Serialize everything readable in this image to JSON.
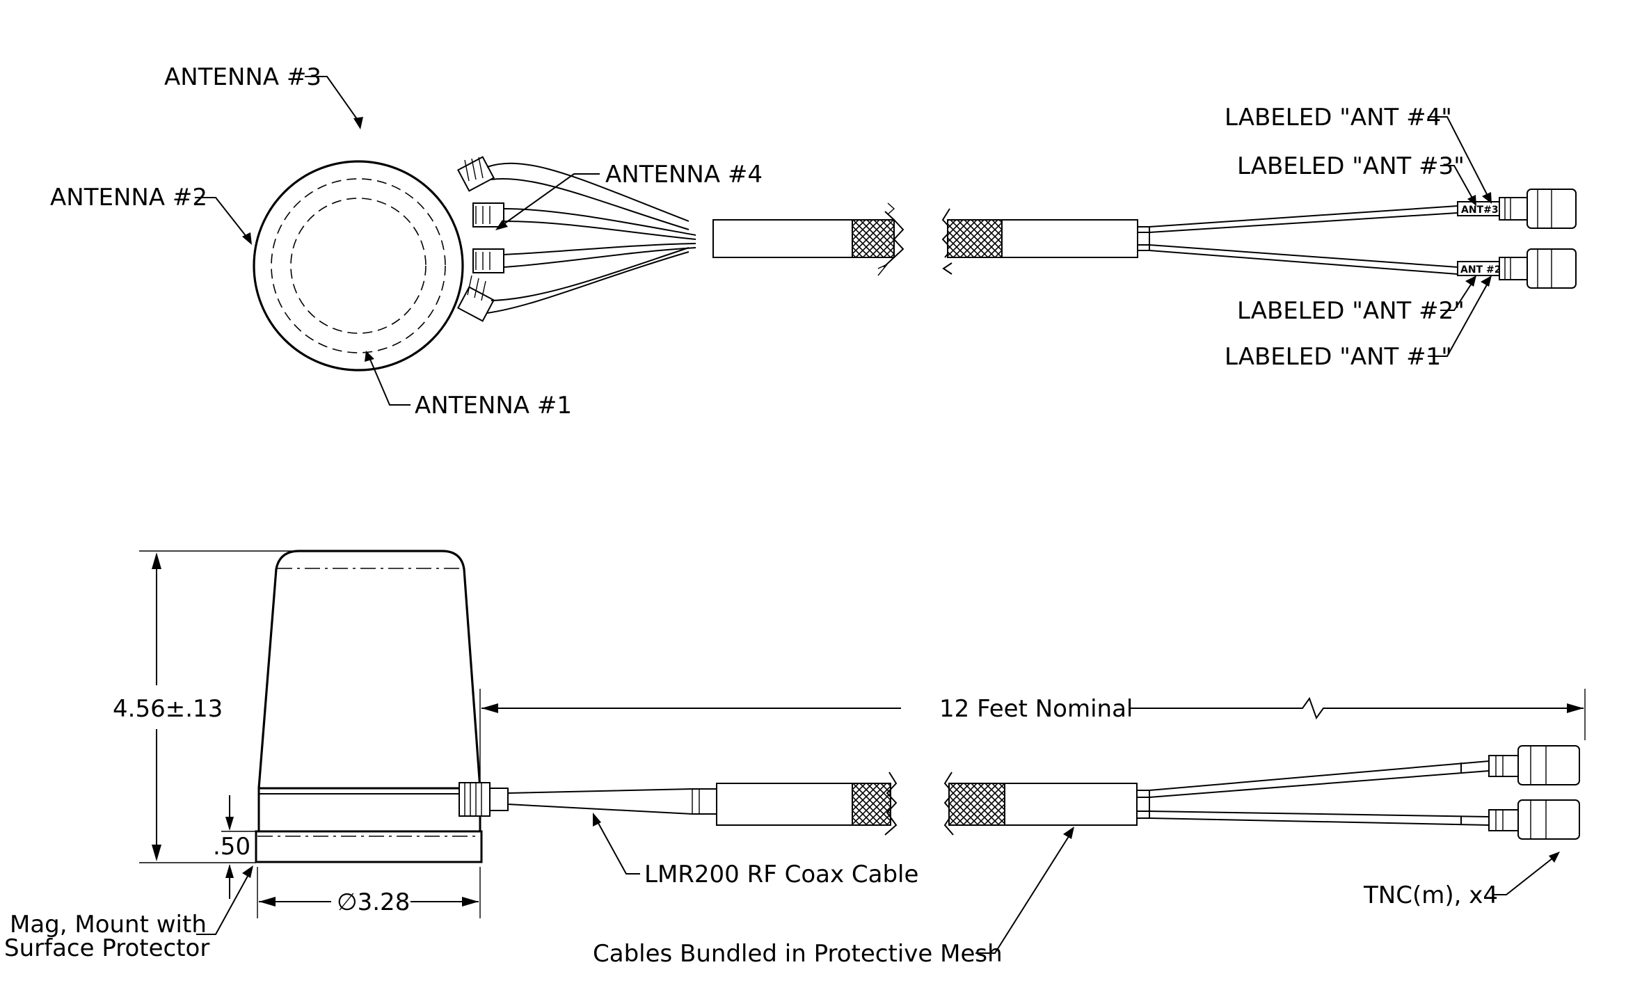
{
  "top_view": {
    "antenna_3": "ANTENNA #3",
    "antenna_2": "ANTENNA #2",
    "antenna_4": "ANTENNA #4",
    "antenna_1": "ANTENNA #1",
    "labeled_ant4": "LABELED \"ANT #4\"",
    "labeled_ant3": "LABELED \"ANT #3\"",
    "labeled_ant2": "LABELED \"ANT #2\"",
    "labeled_ant1": "LABELED \"ANT #1\"",
    "tag_ant3": "ANT#3",
    "tag_ant2": "ANT #2"
  },
  "side_view": {
    "height_dim": "4.56±.13",
    "base_dim": ".50",
    "diameter_dim": "∅3.28",
    "length_dim": "12 Feet  Nominal",
    "mount_label_line1": "Mag, Mount with",
    "mount_label_line2": "Surface Protector",
    "cable_label": "LMR200 RF Coax Cable",
    "mesh_label": "Cables Bundled in Protective Mesh",
    "connector_label": "TNC(m), x4"
  }
}
